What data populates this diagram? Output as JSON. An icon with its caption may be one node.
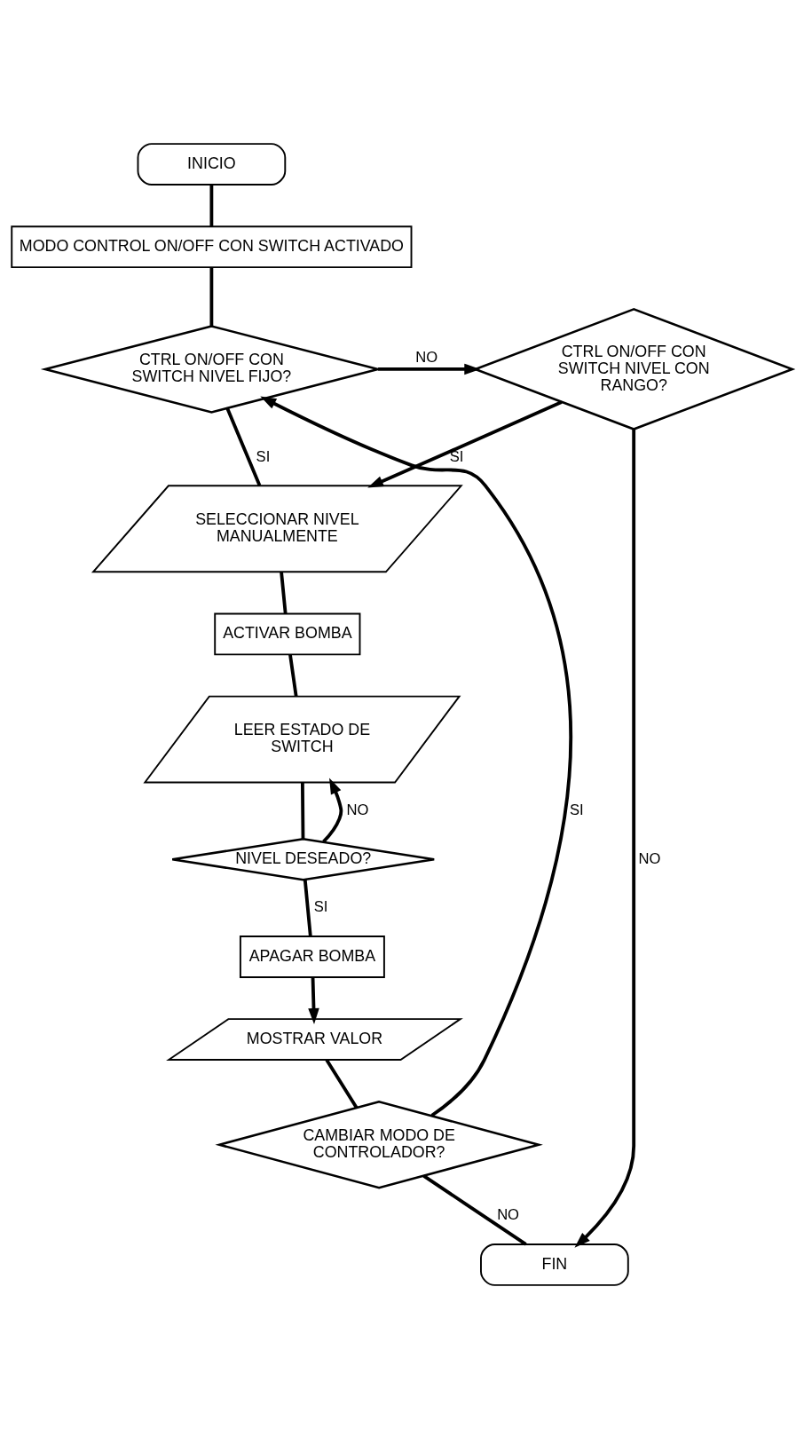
{
  "diagram": {
    "nodes": [
      {
        "text": [
          "INICIO"
        ]
      },
      {
        "text": [
          "MODO CONTROL ON/OFF CON SWITCH ACTIVADO"
        ]
      },
      {
        "text": [
          "CTRL ON/OFF CON SWITCH NIVEL FIJO?"
        ]
      },
      {
        "text": [
          "CTRL ON/OFF CON SWITCH NIVEL CON RANGO?"
        ]
      },
      {
        "text": [
          "SELECCIONAR NIVEL MANUALMENTE"
        ]
      },
      {
        "text": [
          "ACTIVAR BOMBA"
        ]
      },
      {
        "text": [
          "LEER ESTADO DE SWITCH"
        ]
      },
      {
        "text": [
          "NIVEL DESEADO?"
        ]
      },
      {
        "text": [
          "APAGAR BOMBA"
        ]
      },
      {
        "text": [
          "MOSTRAR VALOR"
        ]
      },
      {
        "text": [
          "CAMBIAR MODO DE CONTROLADOR?"
        ]
      },
      {
        "text": [
          "FIN"
        ]
      }
    ],
    "edges": [
      {
        "from": 0,
        "to": 1,
        "arrow": "none"
      },
      {
        "from": 1,
        "to": 2,
        "arrow": "none"
      },
      {
        "from": 2,
        "to": 3,
        "label": "NO",
        "arrow": "to"
      },
      {
        "from": 2,
        "to": 4,
        "label": "SI",
        "arrow": "none"
      },
      {
        "from": 3,
        "to": 4,
        "label": "SI",
        "arrow": "to"
      },
      {
        "from": 3,
        "to": 11,
        "label": "NO",
        "arrow": "to"
      },
      {
        "from": 4,
        "to": 5,
        "arrow": "none"
      },
      {
        "from": 5,
        "to": 6,
        "arrow": "none"
      },
      {
        "from": 6,
        "to": 7,
        "arrow": "none"
      },
      {
        "from": 7,
        "to": 6,
        "label": "NO",
        "arrow": "to"
      },
      {
        "from": 7,
        "to": 8,
        "label": "SI",
        "arrow": "none"
      },
      {
        "from": 8,
        "to": 9,
        "arrow": "to"
      },
      {
        "from": 9,
        "to": 10,
        "arrow": "none"
      },
      {
        "from": 10,
        "to": 2,
        "label": "SI",
        "arrow": "to"
      },
      {
        "from": 10,
        "to": 11,
        "label": "NO",
        "arrow": "none"
      }
    ]
  }
}
